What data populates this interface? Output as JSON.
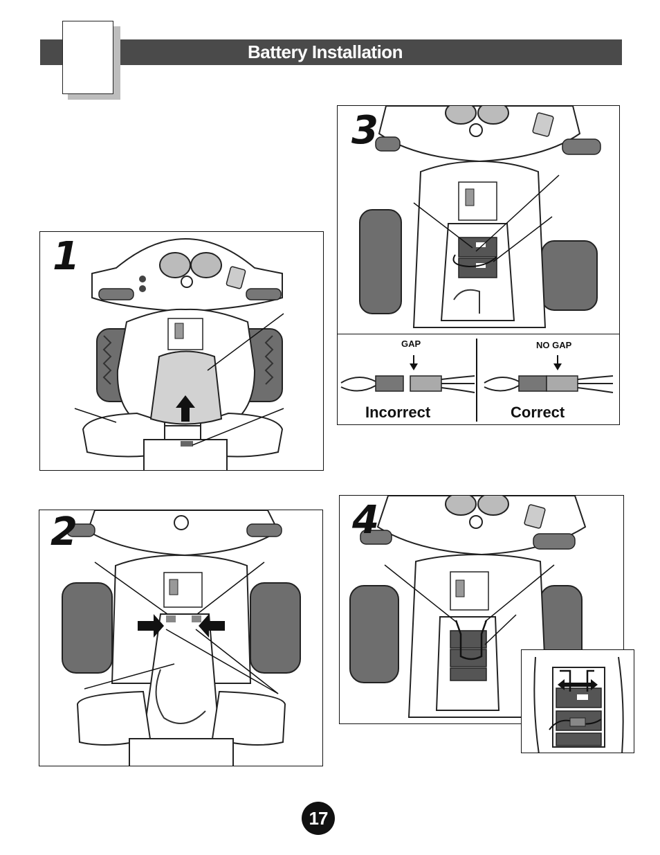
{
  "header": {
    "title": "Battery Installation"
  },
  "steps": [
    {
      "number": "1"
    },
    {
      "number": "2"
    },
    {
      "number": "3"
    },
    {
      "number": "4"
    }
  ],
  "connector": {
    "incorrect_caption": "GAP",
    "incorrect_label": "Incorrect",
    "correct_caption": "NO GAP",
    "correct_label": "Correct"
  },
  "page": {
    "number": "17"
  }
}
